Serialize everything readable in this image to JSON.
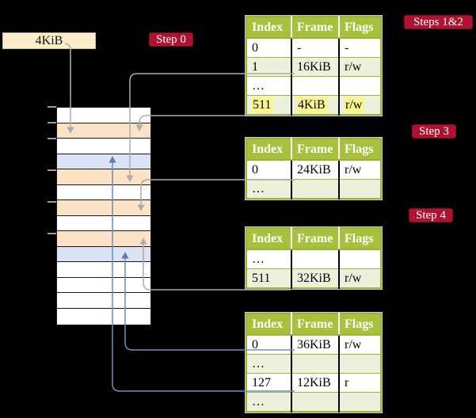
{
  "colors": {
    "background": "#000000",
    "badge_red": "#AE1230",
    "table_header_green": "#A8C13C",
    "table_border_olive": "#9CB335",
    "row_shade_green": "#ECF1DC",
    "highlight_yellow": "#FBF68C",
    "memory_frame_peach": "#FCE3C5",
    "memory_frame_blue": "#DAE3F3",
    "arrow_gray": "#ACACAC",
    "arrow_blue": "#6D8CC0",
    "legend_box_wheat": "#FBEDCA"
  },
  "legend_box": {
    "label": "4KiB"
  },
  "steps": {
    "step0": "Step 0",
    "steps12": "Steps 1&2",
    "step3": "Step 3",
    "step4": "Step 4"
  },
  "memory": {
    "rows": [
      "white",
      "peach",
      "white",
      "blue",
      "peach",
      "white",
      "peach",
      "white",
      "peach",
      "blue",
      "white",
      "white",
      "white",
      "white"
    ],
    "tick_ys": [
      135,
      155,
      175,
      215,
      255,
      295
    ]
  },
  "page_tables": [
    {
      "name": "table-steps-1-2",
      "headers": [
        "Index",
        "Frame",
        "Flags"
      ],
      "rows": [
        {
          "index": "0",
          "frame": "-",
          "flags": "-",
          "shaded": false,
          "highlight": false
        },
        {
          "index": "1",
          "frame": "16KiB",
          "flags": "r/w",
          "shaded": true,
          "highlight": false
        },
        {
          "index": "…",
          "frame": "",
          "flags": "",
          "shaded": false,
          "highlight": false
        },
        {
          "index": "511",
          "frame": "4KiB",
          "flags": "r/w",
          "shaded": true,
          "highlight": true
        }
      ]
    },
    {
      "name": "table-step-3",
      "headers": [
        "Index",
        "Frame",
        "Flags"
      ],
      "rows": [
        {
          "index": "0",
          "frame": "24KiB",
          "flags": "r/w",
          "shaded": false,
          "highlight": false
        },
        {
          "index": "…",
          "frame": "",
          "flags": "",
          "shaded": true,
          "highlight": false
        }
      ]
    },
    {
      "name": "table-step-4a",
      "headers": [
        "Index",
        "Frame",
        "Flags"
      ],
      "rows": [
        {
          "index": "…",
          "frame": "",
          "flags": "",
          "shaded": false,
          "highlight": false
        },
        {
          "index": "511",
          "frame": "32KiB",
          "flags": "r/w",
          "shaded": true,
          "highlight": false
        }
      ]
    },
    {
      "name": "table-step-4b",
      "headers": [
        "Index",
        "Frame",
        "Flags"
      ],
      "rows": [
        {
          "index": "0",
          "frame": "36KiB",
          "flags": "r/w",
          "shaded": false,
          "highlight": false
        },
        {
          "index": "…",
          "frame": "",
          "flags": "",
          "shaded": true,
          "highlight": false
        },
        {
          "index": "127",
          "frame": "12KiB",
          "flags": "r",
          "shaded": false,
          "highlight": false
        },
        {
          "index": "…",
          "frame": "",
          "flags": "",
          "shaded": true,
          "highlight": false
        }
      ]
    }
  ],
  "arrows": [
    {
      "from": "legend-box-4KiB",
      "to": "memory-row-1",
      "color": "gray"
    },
    {
      "from": "table1-row-1-16KiB",
      "to": "memory-row-4",
      "color": "gray"
    },
    {
      "from": "table1-row-511-4KiB",
      "to": "memory-row-1",
      "color": "gray"
    },
    {
      "from": "table2-row-0-24KiB",
      "to": "memory-row-6",
      "color": "gray"
    },
    {
      "from": "table3-row-511-32KiB",
      "to": "memory-row-8",
      "color": "gray"
    },
    {
      "from": "table4-row-0-36KiB",
      "to": "memory-row-9",
      "color": "blue"
    },
    {
      "from": "table4-row-127-12KiB",
      "to": "memory-row-3",
      "color": "blue"
    }
  ]
}
